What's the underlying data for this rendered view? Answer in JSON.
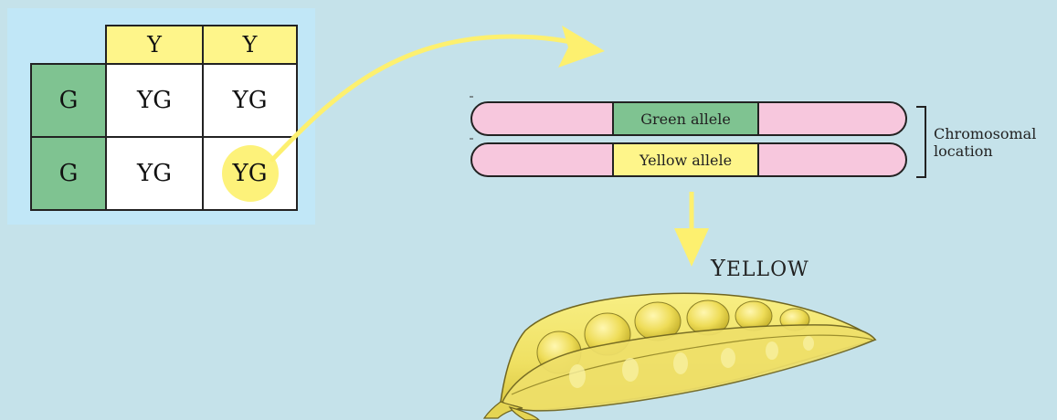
{
  "punnett": {
    "col_headers": [
      "Y",
      "Y"
    ],
    "row_headers": [
      "G",
      "G"
    ],
    "cells": [
      [
        "YG",
        "YG"
      ],
      [
        "YG",
        "YG"
      ]
    ],
    "highlighted_cell": "YG"
  },
  "chromosomes": {
    "top_allele": "Green allele",
    "bottom_allele": "Yellow allele",
    "bracket_label_line1": "Chromosomal",
    "bracket_label_line2": "location"
  },
  "phenotype": {
    "first_letter": "Y",
    "rest": "ELLOW"
  },
  "colors": {
    "panel": "#c1e7f7",
    "header_yellow": "#fef58a",
    "row_green": "#7fc391",
    "chromosome_pink": "#f7c7dd",
    "allele_green": "#7fc391",
    "allele_yellow": "#fef58a",
    "arrow_yellow": "#fdf06f",
    "pod_yellow": "#f2e45a"
  }
}
